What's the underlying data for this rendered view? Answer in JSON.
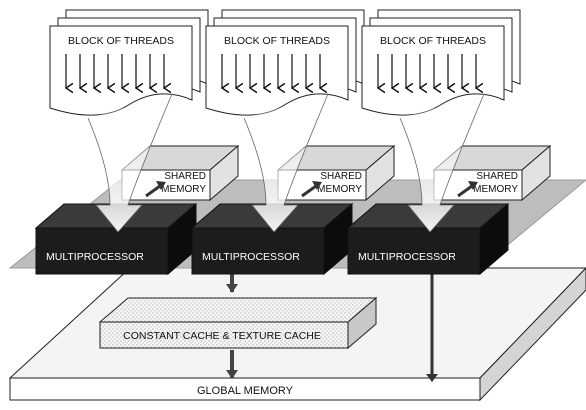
{
  "blocks": [
    {
      "label": "BLOCK OF THREADS"
    },
    {
      "label": "BLOCK OF THREADS"
    },
    {
      "label": "BLOCK OF THREADS"
    }
  ],
  "shared_memory": [
    {
      "line1": "SHARED",
      "line2": "MEMORY"
    },
    {
      "line1": "SHARED",
      "line2": "MEMORY"
    },
    {
      "line1": "SHARED",
      "line2": "MEMORY"
    }
  ],
  "multiprocessors": [
    {
      "label": "MULTIPROCESSOR"
    },
    {
      "label": "MULTIPROCESSOR"
    },
    {
      "label": "MULTIPROCESSOR"
    }
  ],
  "constant_cache": {
    "label": "CONSTANT CACHE & TEXTURE CACHE"
  },
  "global_memory": {
    "label": "GLOBAL MEMORY"
  },
  "colors": {
    "platform": "#bdbdbd",
    "multiprocessor_front": "#1c1c1c",
    "multiprocessor_top": "#3a3a3a",
    "multiprocessor_side": "#0c0c0c",
    "shared_memory_top": "#d8d8d8",
    "arrow": "#444444",
    "page": "#ffffff"
  },
  "icons": {
    "thread_arrow": "down-arrow",
    "big_arrow": "outline-down-arrow",
    "diag_arrow": "up-right-arrow"
  }
}
